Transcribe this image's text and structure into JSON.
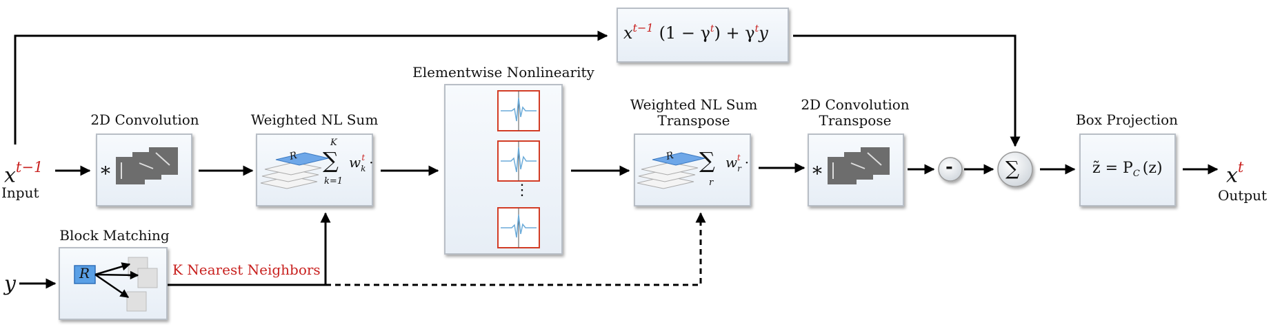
{
  "input": {
    "symbol": "x",
    "superscript": "t−1",
    "caption": "Input"
  },
  "y_input": {
    "symbol": "y"
  },
  "output": {
    "symbol": "x",
    "superscript": "t",
    "caption": "Output"
  },
  "blocks": {
    "conv2d": {
      "title": "2D Convolution",
      "operator": "*"
    },
    "weighted_nl_sum": {
      "title": "Weighted NL Sum",
      "badge": "R",
      "sum_top": "K",
      "sum_bottom": "k=1",
      "weight": "w",
      "weight_sub": "k",
      "weight_sup": "t",
      "dot": "·"
    },
    "nonlinearity": {
      "title": "Elementwise Nonlinearity",
      "ellipsis": "⋮"
    },
    "weighted_nl_sum_t": {
      "title_line1": "Weighted NL Sum",
      "title_line2": "Transpose",
      "badge": "R",
      "sum_bottom": "r",
      "weight": "w",
      "weight_sub": "r",
      "weight_sup": "t",
      "dot": "·"
    },
    "conv2d_t": {
      "title_line1": "2D Convolution",
      "title_line2": "Transpose",
      "operator": "*"
    },
    "box_projection": {
      "title": "Box Projection",
      "formula": "z̃ = P",
      "formula_sub": "C",
      "formula_arg": "(z)"
    },
    "block_matching": {
      "title": "Block Matching",
      "badge": "R",
      "knn_label": "K Nearest Neighbors"
    },
    "update": {
      "x": "x",
      "x_sup": "t−1",
      "middle": "(1 − γ",
      "g_sup": "t",
      "close": ") + γ",
      "end": "y"
    }
  },
  "ops": {
    "minus": "-",
    "sum": "∑"
  },
  "colors": {
    "accent_red": "#c8201e",
    "box_fill": "#f0f5fa",
    "badge_blue": "#5aa0e6",
    "signal_blue": "#6aaad8"
  }
}
